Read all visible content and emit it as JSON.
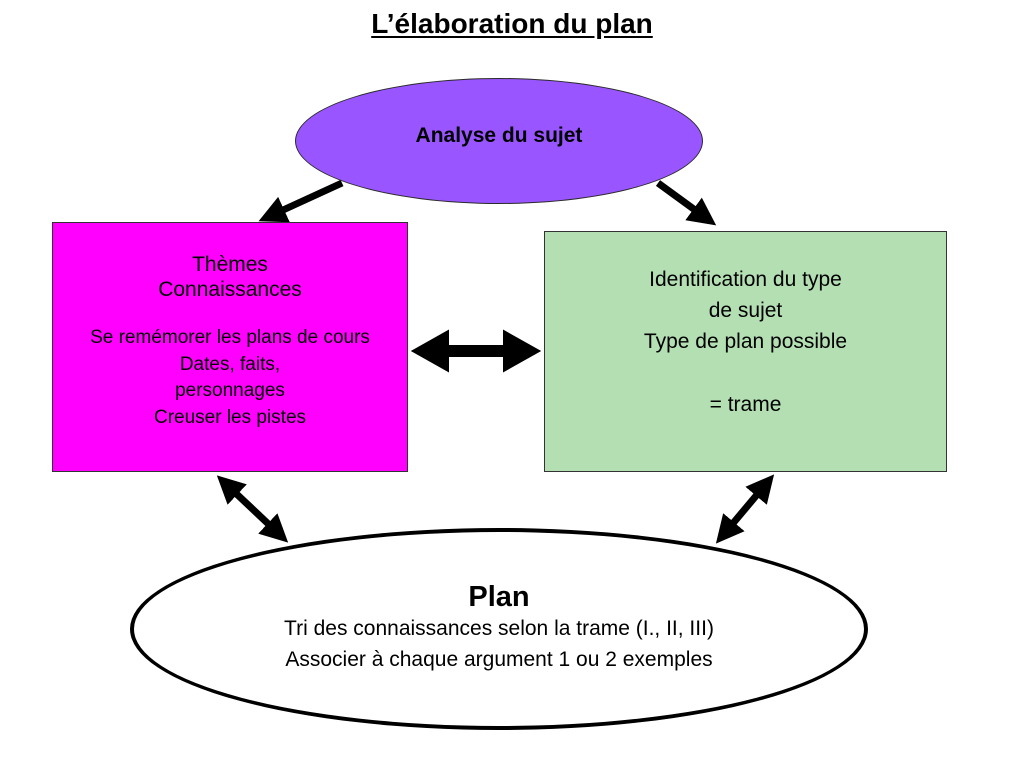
{
  "title": "L’élaboration du plan",
  "nodes": {
    "analyse": {
      "label": "Analyse du sujet",
      "color": "#9955ff"
    },
    "themes": {
      "color": "#ff00ff",
      "lines": [
        "Thèmes",
        "Connaissances"
      ],
      "details": [
        "Se remémorer les plans de cours",
        "Dates, faits,",
        "personnages",
        "Creuser les pistes"
      ]
    },
    "identification": {
      "color": "#b3dfb3",
      "lines": [
        "Identification du type",
        "de sujet",
        "Type de plan possible"
      ],
      "result": "= trame"
    },
    "plan": {
      "heading": "Plan",
      "lines": [
        "Tri des connaissances selon la trame (I., II, III)",
        "Associer à chaque argument 1 ou 2 exemples"
      ]
    }
  },
  "connections": [
    {
      "from": "analyse",
      "to": "themes",
      "direction": "forward"
    },
    {
      "from": "analyse",
      "to": "identification",
      "direction": "forward"
    },
    {
      "from": "themes",
      "to": "identification",
      "direction": "both"
    },
    {
      "from": "themes",
      "to": "plan",
      "direction": "both"
    },
    {
      "from": "identification",
      "to": "plan",
      "direction": "both"
    }
  ]
}
